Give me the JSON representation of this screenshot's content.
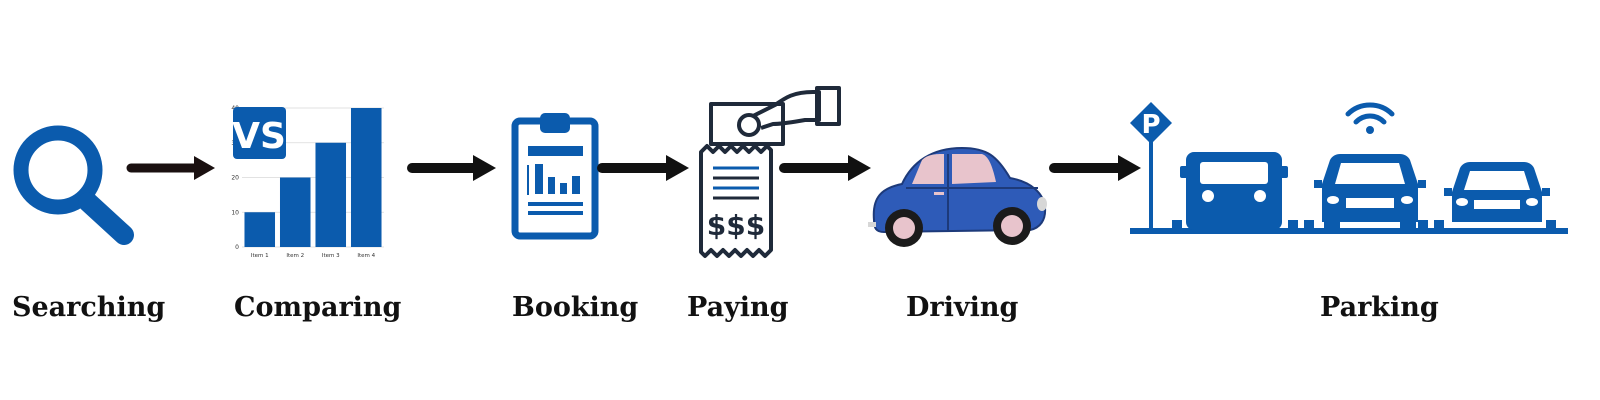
{
  "steps": [
    {
      "label": "Searching",
      "icon": "magnifier-icon"
    },
    {
      "label": "Comparing",
      "icon": "bar-chart-vs-icon"
    },
    {
      "label": "Booking",
      "icon": "clipboard-icon"
    },
    {
      "label": "Paying",
      "icon": "receipt-payment-icon"
    },
    {
      "label": "Driving",
      "icon": "car-icon"
    },
    {
      "label": "Parking",
      "icon": "parking-lot-icon"
    }
  ],
  "chart_data": {
    "type": "bar",
    "categories": [
      "Item 1",
      "Item 2",
      "Item 3",
      "Item 4"
    ],
    "values": [
      10,
      20,
      30,
      40
    ],
    "ylim": [
      0,
      40
    ],
    "yticks": [
      "0",
      "10",
      "20",
      "30",
      "40"
    ],
    "badge": "VS"
  },
  "receipt_text": "$$$",
  "parking_sign": "P",
  "colors": {
    "blue": "#0b5bad",
    "arrow": "#111111",
    "ink": "#1f2a3a",
    "car": "#2e5bb8",
    "window": "#e8c4cc"
  }
}
